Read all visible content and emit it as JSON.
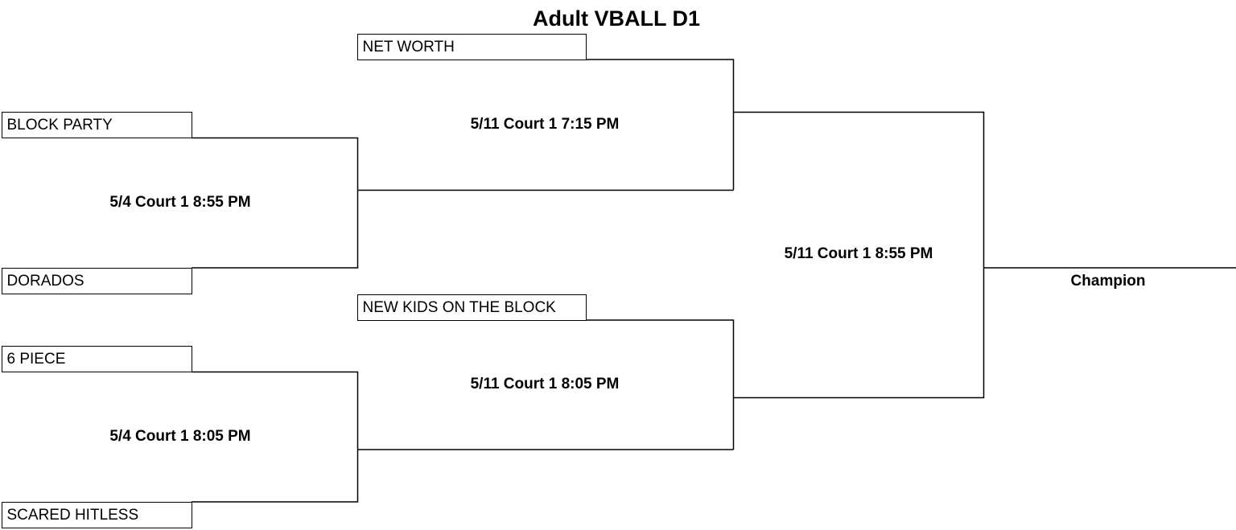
{
  "bracket": {
    "title": "Adult VBALL D1",
    "round1": {
      "team_block_party": "BLOCK PARTY",
      "team_dorados": "DORADOS",
      "team_6_piece": "6 PIECE",
      "team_scared_hitless": "SCARED HITLESS",
      "game_top": "5/4 Court 1 8:55 PM",
      "game_bottom": "5/4 Court 1 8:05 PM"
    },
    "round2": {
      "team_net_worth": "NET WORTH",
      "team_new_kids": "NEW KIDS ON THE BLOCK",
      "game_top": "5/11 Court 1 7:15 PM",
      "game_bottom": "5/11 Court 1 8:05 PM"
    },
    "final": {
      "game": "5/11 Court 1 8:55 PM",
      "champion_label": "Champion"
    }
  }
}
